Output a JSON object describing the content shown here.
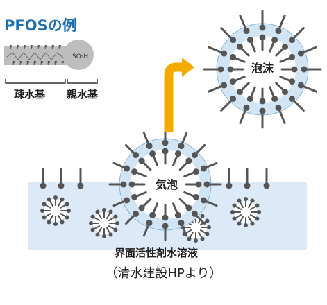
{
  "pfos": {
    "title": "PFOSの例",
    "hydrophobic_label": "疎水基",
    "hydrophilic_label": "親水基",
    "atom_f": "F",
    "acid_head": "SO₃H"
  },
  "bubbles": {
    "air_bubble_label": "気泡",
    "foam_label": "泡沫"
  },
  "solution_label": "界面活性剤水溶液",
  "source_caption": "（清水建設HPより）",
  "colors": {
    "title": "#1d6fb0",
    "water": "#dce9f6",
    "bubble_fill": "#d2e5f4",
    "bubble_stroke": "#8bb5d9",
    "surfactant": "#555555",
    "arrow": "#f5aa00",
    "molecule": "#bdbdbd"
  }
}
